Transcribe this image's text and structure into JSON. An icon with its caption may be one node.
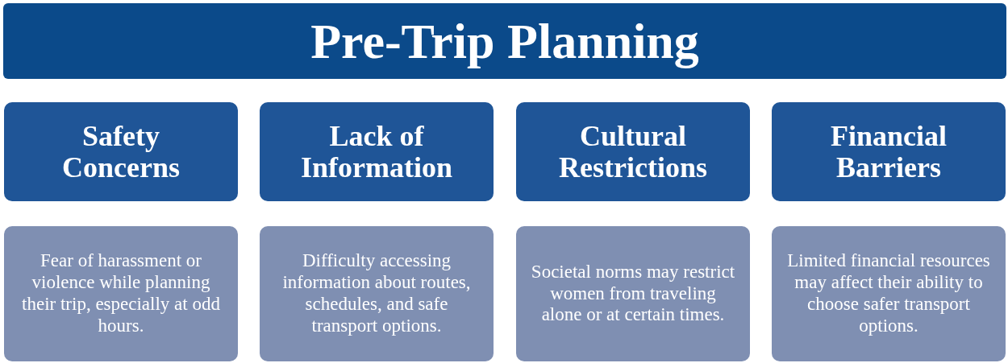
{
  "diagram": {
    "title": "Pre-Trip Planning",
    "nodes": [
      {
        "text": [
          "Safety Concerns"
        ]
      },
      {
        "text": [
          "Lack of Information"
        ]
      },
      {
        "text": [
          "Cultural Restrictions"
        ]
      },
      {
        "text": [
          "Financial Barriers"
        ]
      },
      {
        "text": [
          "Fear of harassment or violence while planning their trip, especially at odd hours."
        ]
      },
      {
        "text": [
          "Difficulty accessing information about routes, schedules, and safe transport options."
        ]
      },
      {
        "text": [
          "Societal norms may restrict women from traveling alone or at certain times."
        ]
      },
      {
        "text": [
          "Limited financial resources may affect their ability to choose safer transport options."
        ]
      }
    ]
  }
}
